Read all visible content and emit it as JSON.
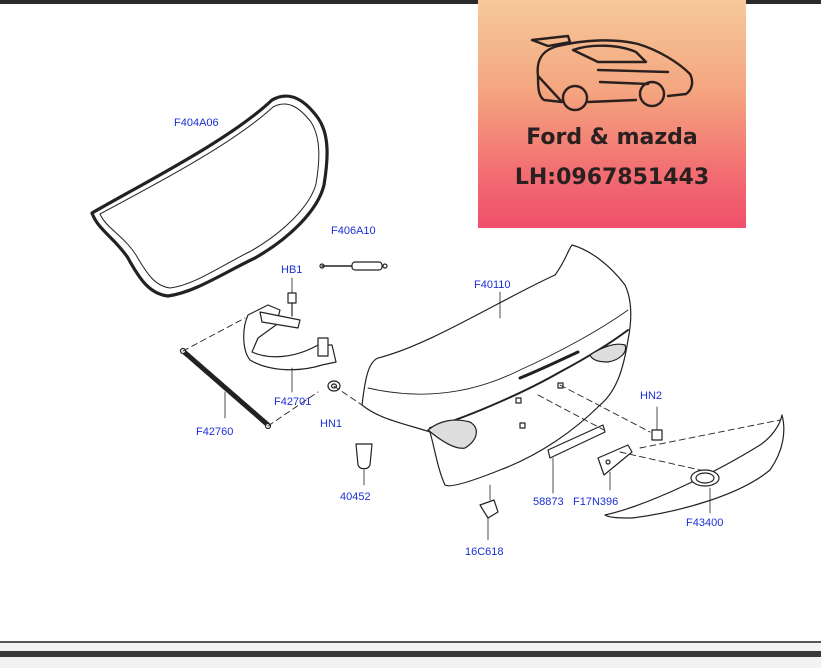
{
  "banner": {
    "title": "Ford & mazda",
    "phone": "LH:0967851443",
    "icon": "sports-car-icon"
  },
  "parts": {
    "weatherstrip": "F404A06",
    "gas_strut": "F406A10",
    "bolt_hb1": "HB1",
    "trunk_lid": "F40110",
    "hinge": "F42701",
    "torsion_spring": "F42760",
    "nut_hn1": "HN1",
    "bumper": "40452",
    "nut_hn2": "HN2",
    "applique": "F43400",
    "plate": "58873",
    "bracket": "F17N396",
    "switch": "16C618"
  },
  "colors": {
    "callout": "#1c2fd6",
    "line": "#222222"
  }
}
